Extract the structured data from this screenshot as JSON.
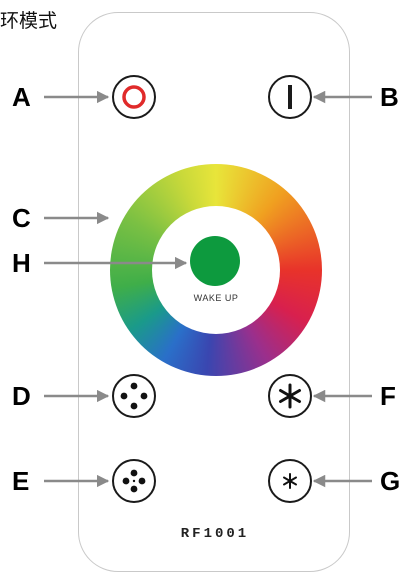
{
  "title_fragment": "环模式",
  "callouts": {
    "a": "A",
    "b": "B",
    "c": "C",
    "d": "D",
    "e": "E",
    "f": "F",
    "g": "G",
    "h": "H"
  },
  "wake_label": "WAKE UP",
  "model_label": "RF1001",
  "colors": {
    "off_ring": "#e02a2a",
    "wake_button": "#0d9a3e",
    "arrow": "#8a8a8a"
  }
}
